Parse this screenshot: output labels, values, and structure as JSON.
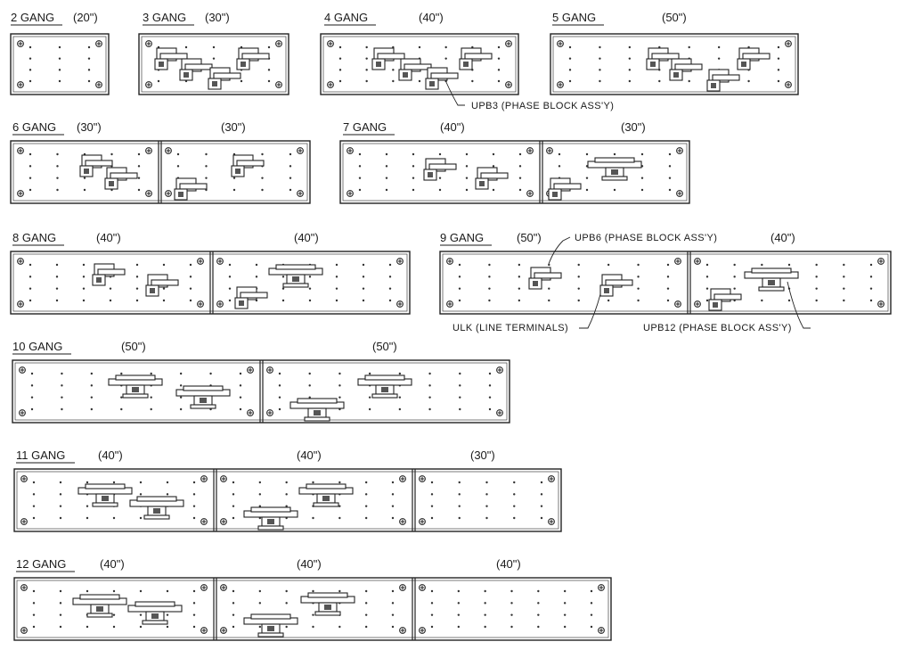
{
  "groups": [
    {
      "id": "g2",
      "label": "2 GANG",
      "sections": [
        "(20\")"
      ]
    },
    {
      "id": "g3",
      "label": "3 GANG",
      "sections": [
        "(30\")"
      ]
    },
    {
      "id": "g4",
      "label": "4 GANG",
      "sections": [
        "(40\")"
      ]
    },
    {
      "id": "g5",
      "label": "5 GANG",
      "sections": [
        "(50\")"
      ]
    },
    {
      "id": "g6",
      "label": "6 GANG",
      "sections": [
        "(30\")",
        "(30\")"
      ]
    },
    {
      "id": "g7",
      "label": "7 GANG",
      "sections": [
        "(40\")",
        "(30\")"
      ]
    },
    {
      "id": "g8",
      "label": "8 GANG",
      "sections": [
        "(40\")",
        "(40\")"
      ]
    },
    {
      "id": "g9",
      "label": "9 GANG",
      "sections": [
        "(50\")",
        "(40\")"
      ]
    },
    {
      "id": "g10",
      "label": "10 GANG",
      "sections": [
        "(50\")",
        "(50\")"
      ]
    },
    {
      "id": "g11",
      "label": "11 GANG",
      "sections": [
        "(40\")",
        "(40\")",
        "(30\")"
      ]
    },
    {
      "id": "g12",
      "label": "12 GANG",
      "sections": [
        "(40\")",
        "(40\")",
        "(40\")"
      ]
    }
  ],
  "callouts": {
    "upb3": "UPB3 (PHASE BLOCK ASS'Y)",
    "upb6": "UPB6 (PHASE BLOCK ASS'Y)",
    "ulk": "ULK (LINE TERMINALS)",
    "upb12": "UPB12 (PHASE BLOCK ASS'Y)"
  }
}
